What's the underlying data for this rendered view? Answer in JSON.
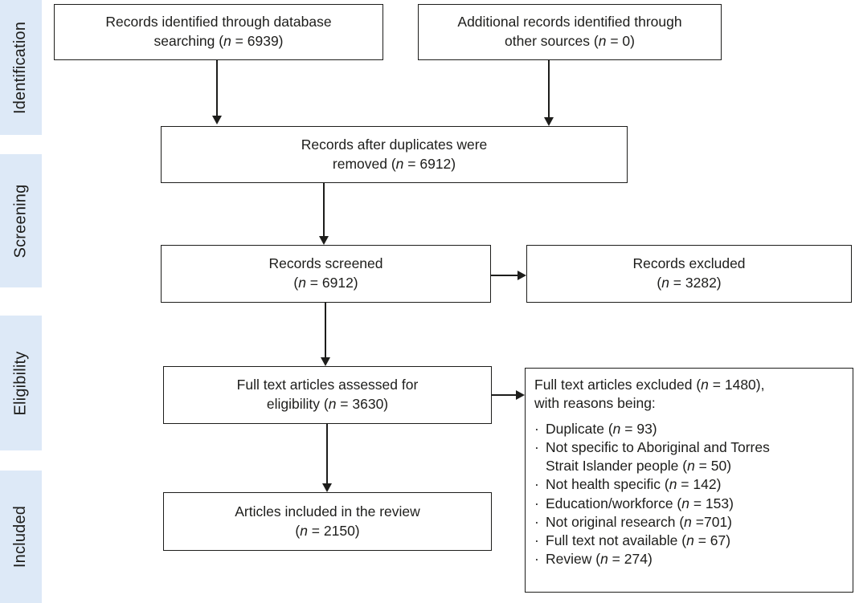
{
  "colors": {
    "band_bg": "#dde9f7",
    "ink": "#1d1d1b",
    "box_bg": "#ffffff"
  },
  "n_var": "n",
  "stages": [
    {
      "label": "Identification"
    },
    {
      "label": "Screening"
    },
    {
      "label": "Eligibility"
    },
    {
      "label": "Included"
    }
  ],
  "boxes": {
    "identified_db": {
      "l1": "Records identified through database",
      "l2pre": "searching (",
      "l2post": " = 6939)"
    },
    "other_sources": {
      "l1": "Additional records identified through",
      "l2pre": "other sources (",
      "l2post": " = 0)"
    },
    "duplicates_removed": {
      "l1": "Records after duplicates were",
      "l2pre": "removed (",
      "l2post": " = 6912)"
    },
    "screened": {
      "l1": "Records screened",
      "l2pre": "(",
      "l2post": " = 6912)"
    },
    "records_excluded": {
      "l1": "Records excluded",
      "l2pre": "(",
      "l2post": " = 3282)"
    },
    "fulltext_assessed": {
      "l1": "Full text articles assessed for",
      "l2pre": "eligibility (",
      "l2post": " = 3630)"
    },
    "included_review": {
      "l1": "Articles included in the review",
      "l2pre": "(",
      "l2post": " = 2150)"
    },
    "fulltext_excluded": {
      "h1pre": "Full text articles excluded (",
      "h1post": " = 1480),",
      "h2": "with reasons being:",
      "bullet": "·",
      "reasons": [
        {
          "pre": "Duplicate (",
          "post": " = 93)"
        },
        {
          "pre1": "Not specific to Aboriginal and Torres",
          "pre2": "Strait Islander people (",
          "post": " = 50)"
        },
        {
          "pre": "Not health specific (",
          "post": " = 142)"
        },
        {
          "pre": "Education/workforce (",
          "post": " = 153)"
        },
        {
          "pre": "Not original research (",
          "post": " =701)"
        },
        {
          "pre": "Full text not available (",
          "post": " = 67)"
        },
        {
          "pre": "Review (",
          "post": " = 274)"
        }
      ]
    }
  }
}
